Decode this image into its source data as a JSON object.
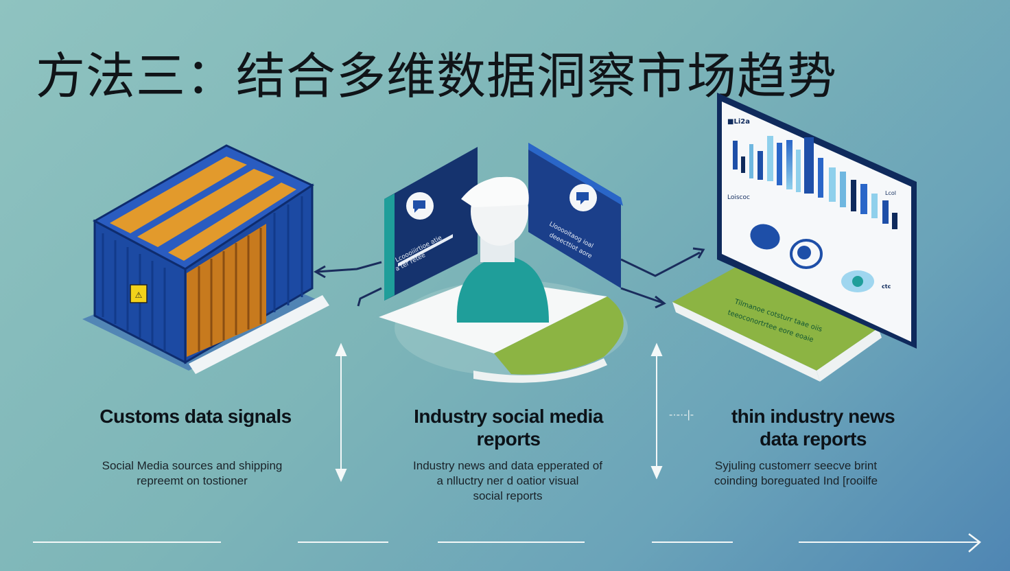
{
  "title": "方法三：结合多维数据洞察市场趋势",
  "columns": [
    {
      "heading": "Customs data signals",
      "description_lines": [
        "Social Media sources and shipping",
        "repreemt on tostioner"
      ],
      "icon": "shipping-container-icon"
    },
    {
      "heading": "Industry social media reports",
      "description_lines": [
        "Industry news and data epperated of",
        "a nlluctry ner d oatior visual",
        "social reports"
      ],
      "icon": "person-with-chat-panels-icon"
    },
    {
      "heading": "thin industry news data reports",
      "description_lines": [
        "Syjuling customerr seecve brint",
        "coinding boreguated Ind [rooilfe"
      ],
      "icon": "dashboard-monitor-icon"
    }
  ],
  "tick_mark": "-·-·-|-",
  "colors": {
    "container_blue": "#1e4fa8",
    "container_orange": "#e29a2c",
    "panel_navy": "#15336e",
    "accent_teal": "#1f9e9a",
    "accent_green": "#8cb443"
  }
}
